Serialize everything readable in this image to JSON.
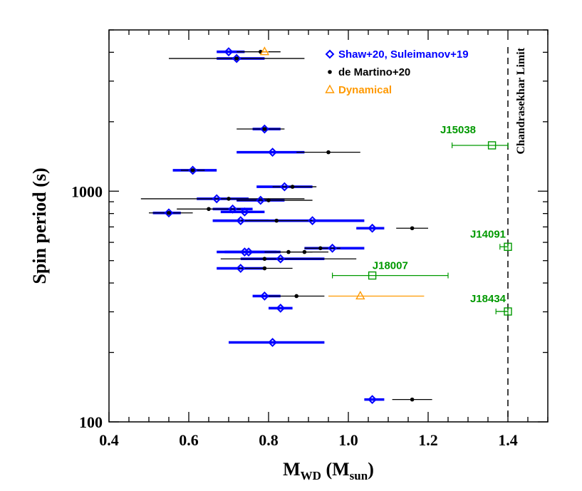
{
  "chart_data": {
    "type": "scatter",
    "x_scale": "linear",
    "y_scale": "log",
    "xlim": [
      0.4,
      1.5
    ],
    "ylim": [
      100,
      5000
    ],
    "xlabel": "M",
    "xlabel_sub": "WD",
    "xlabel_unit_open": " (M",
    "xlabel_unit_sub": "sun",
    "xlabel_unit_close": ")",
    "ylabel": "Spin period (s)",
    "x_ticks": [
      0.4,
      0.6,
      0.8,
      1.0,
      1.2,
      1.4
    ],
    "x_tick_labels": [
      "0.4",
      "0.6",
      "0.8",
      "1.0",
      "1.2",
      "1.4"
    ],
    "y_ticks": [
      100,
      1000
    ],
    "y_tick_labels": [
      "100",
      "1000"
    ],
    "legend_position": "top-right",
    "legend": [
      {
        "label": "Shaw+20, Suleimanov+19",
        "marker": "diamond",
        "color": "#0000ff"
      },
      {
        "label": "de Martino+20",
        "marker": "dot",
        "color": "#000000"
      },
      {
        "label": "Dynamical",
        "marker": "triangle",
        "color": "#ff9900"
      }
    ],
    "reference_line": {
      "x": 1.4,
      "label": "Chandrasekhar Limit",
      "style": "dashed",
      "color": "#000000"
    },
    "series": [
      {
        "name": "Shaw+20, Suleimanov+19",
        "marker": "diamond",
        "color": "#0000ff",
        "points": [
          {
            "x": 0.7,
            "y": 4020,
            "xerr": [
              0.67,
              0.74
            ]
          },
          {
            "x": 0.72,
            "y": 3760,
            "xerr": [
              0.67,
              0.79
            ]
          },
          {
            "x": 0.79,
            "y": 1860,
            "xerr": [
              0.76,
              0.83
            ]
          },
          {
            "x": 0.81,
            "y": 1475,
            "xerr": [
              0.72,
              0.89
            ]
          },
          {
            "x": 0.61,
            "y": 1232,
            "xerr": [
              0.56,
              0.67
            ]
          },
          {
            "x": 0.84,
            "y": 1045,
            "xerr": [
              0.77,
              0.91
            ]
          },
          {
            "x": 0.67,
            "y": 927,
            "xerr": [
              0.62,
              0.75
            ]
          },
          {
            "x": 0.78,
            "y": 913,
            "xerr": [
              0.72,
              0.84
            ]
          },
          {
            "x": 0.71,
            "y": 837,
            "xerr": [
              0.66,
              0.76
            ]
          },
          {
            "x": 0.74,
            "y": 813,
            "xerr": [
              0.68,
              0.79
            ]
          },
          {
            "x": 0.55,
            "y": 805,
            "xerr": [
              0.51,
              0.58
            ]
          },
          {
            "x": 0.73,
            "y": 745,
            "xerr": [
              0.66,
              0.8
            ]
          },
          {
            "x": 0.91,
            "y": 745,
            "xerr": [
              0.75,
              1.04
            ]
          },
          {
            "x": 1.06,
            "y": 691,
            "xerr": [
              1.02,
              1.09
            ]
          },
          {
            "x": 0.96,
            "y": 566,
            "xerr": [
              0.89,
              1.04
            ]
          },
          {
            "x": 0.74,
            "y": 545,
            "xerr": [
              0.67,
              0.82
            ]
          },
          {
            "x": 0.75,
            "y": 545,
            "xerr": [
              0.69,
              0.83
            ]
          },
          {
            "x": 0.83,
            "y": 509,
            "xerr": [
              0.73,
              0.94
            ]
          },
          {
            "x": 0.73,
            "y": 463,
            "xerr": [
              0.67,
              0.79
            ]
          },
          {
            "x": 0.79,
            "y": 351,
            "xerr": [
              0.76,
              0.83
            ]
          },
          {
            "x": 0.83,
            "y": 311,
            "xerr": [
              0.8,
              0.86
            ]
          },
          {
            "x": 0.81,
            "y": 221,
            "xerr": [
              0.7,
              0.94
            ]
          },
          {
            "x": 1.06,
            "y": 125,
            "xerr": [
              1.04,
              1.09
            ]
          }
        ]
      },
      {
        "name": "de Martino+20",
        "marker": "dot",
        "color": "#000000",
        "points": [
          {
            "x": 0.78,
            "y": 4020,
            "xerr": [
              0.72,
              0.83
            ]
          },
          {
            "x": 0.72,
            "y": 3760,
            "xerr": [
              0.55,
              0.89
            ]
          },
          {
            "x": 0.79,
            "y": 1860,
            "xerr": [
              0.72,
              0.84
            ]
          },
          {
            "x": 0.95,
            "y": 1475,
            "xerr": [
              0.87,
              1.03
            ]
          },
          {
            "x": 0.61,
            "y": 1232,
            "xerr": [
              0.58,
              0.64
            ]
          },
          {
            "x": 0.86,
            "y": 1045,
            "xerr": [
              0.81,
              0.92
            ]
          },
          {
            "x": 0.7,
            "y": 927,
            "xerr": [
              0.48,
              0.89
            ]
          },
          {
            "x": 0.8,
            "y": 913,
            "xerr": [
              0.72,
              0.91
            ]
          },
          {
            "x": 0.65,
            "y": 837,
            "xerr": [
              0.57,
              0.73
            ]
          },
          {
            "x": 0.55,
            "y": 805,
            "xerr": [
              0.5,
              0.61
            ]
          },
          {
            "x": 0.82,
            "y": 745,
            "xerr": [
              0.73,
              0.91
            ]
          },
          {
            "x": 1.16,
            "y": 691,
            "xerr": [
              1.12,
              1.2
            ]
          },
          {
            "x": 0.93,
            "y": 566,
            "xerr": [
              0.89,
              0.98
            ]
          },
          {
            "x": 0.89,
            "y": 545,
            "xerr": [
              0.82,
              0.95
            ]
          },
          {
            "x": 0.85,
            "y": 545,
            "xerr": [
              0.79,
              0.91
            ]
          },
          {
            "x": 0.79,
            "y": 509,
            "xerr": [
              0.68,
              1.02
            ]
          },
          {
            "x": 0.79,
            "y": 463,
            "xerr": [
              0.72,
              0.86
            ]
          },
          {
            "x": 0.87,
            "y": 351,
            "xerr": [
              0.8,
              0.94
            ]
          },
          {
            "x": 1.16,
            "y": 125,
            "xerr": [
              1.11,
              1.21
            ]
          }
        ]
      },
      {
        "name": "Dynamical",
        "marker": "triangle",
        "color": "#ff9900",
        "points": [
          {
            "x": 0.79,
            "y": 4020,
            "xerr": [
              0.78,
              0.8
            ]
          },
          {
            "x": 1.03,
            "y": 351,
            "xerr": [
              0.95,
              1.19
            ]
          }
        ]
      },
      {
        "name": "",
        "marker": "square",
        "color": "#009900",
        "points": [
          {
            "x": 1.36,
            "y": 1580,
            "xerr": [
              1.26,
              1.4
            ],
            "label": "J15038",
            "label_dx": -0.085,
            "label_dy": -17
          },
          {
            "x": 1.4,
            "y": 574,
            "xerr": [
              1.38,
              1.4
            ],
            "label": "J14091",
            "label_dx": -0.05,
            "label_dy": -13
          },
          {
            "x": 1.06,
            "y": 431,
            "xerr": [
              0.96,
              1.25
            ],
            "label": "J18007",
            "label_dx": 0.045,
            "label_dy": -9
          },
          {
            "x": 1.4,
            "y": 301,
            "xerr": [
              1.37,
              1.4
            ],
            "label": "J18434",
            "label_dx": -0.05,
            "label_dy": -13
          }
        ]
      }
    ]
  }
}
